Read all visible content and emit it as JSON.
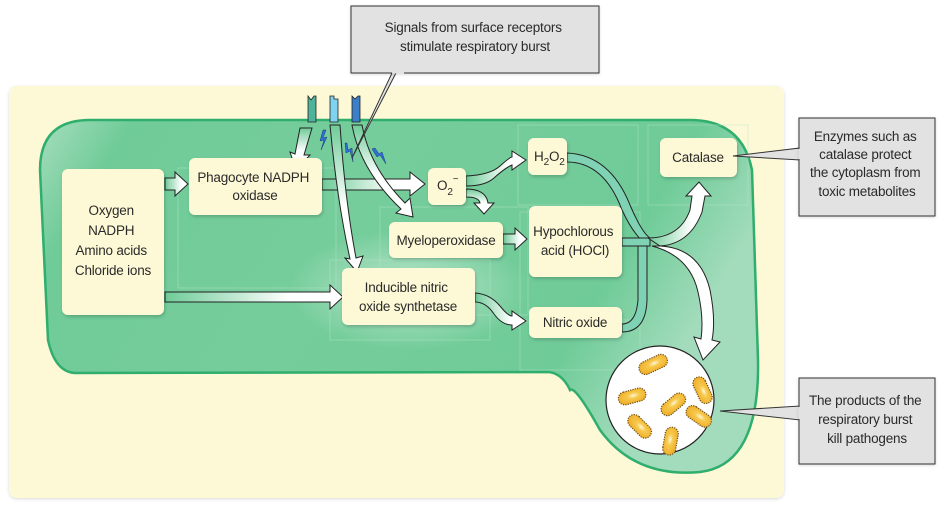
{
  "diagram": {
    "title": "Respiratory burst in phagocytes",
    "colors": {
      "background_panel": "#fdf9d6",
      "cell_fill": "#6fcb98",
      "cell_border": "#2fae6e",
      "node_fill": "#fdf9d6",
      "callout_fill": "#e2e2e2",
      "callout_border": "#333333",
      "receptor_1": "#4db39a",
      "receptor_2": "#7fd3f0",
      "receptor_3": "#3b7fc8",
      "signal_bolt": "#2f6fd6",
      "pathogen": "#f2b533"
    },
    "nodes": {
      "substrates": {
        "lines": [
          "Oxygen",
          "NADPH",
          "Amino acids",
          "Chloride ions"
        ]
      },
      "nadph_oxidase": {
        "lines": [
          "Phagocyte NADPH",
          "oxidase"
        ]
      },
      "superoxide": {
        "base": "O",
        "sub": "2",
        "sup": "−"
      },
      "hydrogen_peroxide": {
        "h": "H",
        "sub1": "2",
        "o": "O",
        "sub2": "2"
      },
      "myeloperoxidase": {
        "lines": [
          "Myeloperoxidase"
        ]
      },
      "hypochlorous_acid": {
        "lines": [
          "Hypochlorous",
          "acid (HOCl)"
        ]
      },
      "inos": {
        "lines": [
          "Inducible nitric",
          "oxide synthetase"
        ]
      },
      "nitric_oxide": {
        "lines": [
          "Nitric oxide"
        ]
      },
      "catalase": {
        "lines": [
          "Catalase"
        ]
      }
    },
    "callouts": {
      "signals": {
        "lines": [
          "Signals from surface receptors",
          "stimulate respiratory burst"
        ]
      },
      "enzymes": {
        "lines": [
          "Enzymes such as",
          "catalase protect",
          "the cytoplasm from",
          "toxic metabolites"
        ]
      },
      "products": {
        "lines": [
          "The products of the",
          "respiratory burst",
          "kill pathogens"
        ]
      }
    },
    "edges": [
      {
        "from": "substrates",
        "to": "nadph_oxidase"
      },
      {
        "from": "substrates",
        "to": "inos"
      },
      {
        "from": "receptors",
        "to": "nadph_oxidase"
      },
      {
        "from": "receptors",
        "to": "inos"
      },
      {
        "from": "receptors",
        "to": "myeloperoxidase"
      },
      {
        "from": "nadph_oxidase",
        "to": "superoxide"
      },
      {
        "from": "superoxide",
        "to": "hydrogen_peroxide"
      },
      {
        "from": "superoxide",
        "to": "myeloperoxidase"
      },
      {
        "from": "myeloperoxidase",
        "to": "hypochlorous_acid"
      },
      {
        "from": "inos",
        "to": "nitric_oxide"
      },
      {
        "from": "hydrogen_peroxide",
        "to": "merge"
      },
      {
        "from": "hypochlorous_acid",
        "to": "merge"
      },
      {
        "from": "nitric_oxide",
        "to": "merge"
      },
      {
        "from": "merge",
        "to": "catalase"
      },
      {
        "from": "merge",
        "to": "pathogens"
      }
    ]
  }
}
